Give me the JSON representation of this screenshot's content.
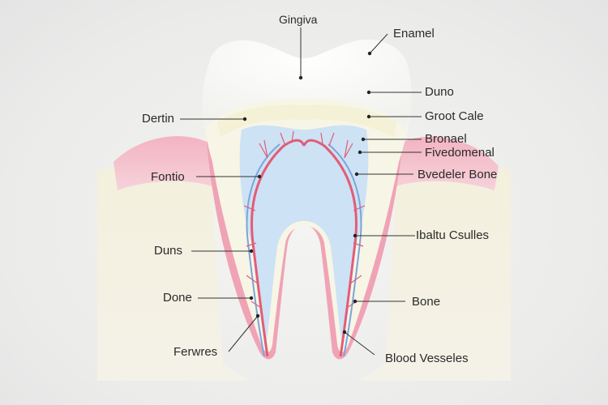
{
  "diagram": {
    "labels": {
      "gingiva": "Gingiva",
      "enamel": "Enamel",
      "duno": "Duno",
      "groot_cale": "Groot Cale",
      "dertin": "Dertin",
      "bronael": "Bronael",
      "fivedomenal": "Fivedomenal",
      "bvedeler_bone": "Bvedeler Bone",
      "fontio": "Fontio",
      "ibaltu_csulles": "Ibaltu Csulles",
      "duns": "Duns",
      "done": "Done",
      "bone": "Bone",
      "ferwres": "Ferwres",
      "blood_vesseles": "Blood Vesseles"
    },
    "colors": {
      "enamel": "#fbfbfb",
      "dentin": "#f6f5df",
      "pulp": "#cfe3f4",
      "gum": "#f0a9ba",
      "bone": "#f1eedd",
      "vessel_red": "#e0607a",
      "vessel_blue": "#7aa6da",
      "leader": "#333333"
    }
  }
}
